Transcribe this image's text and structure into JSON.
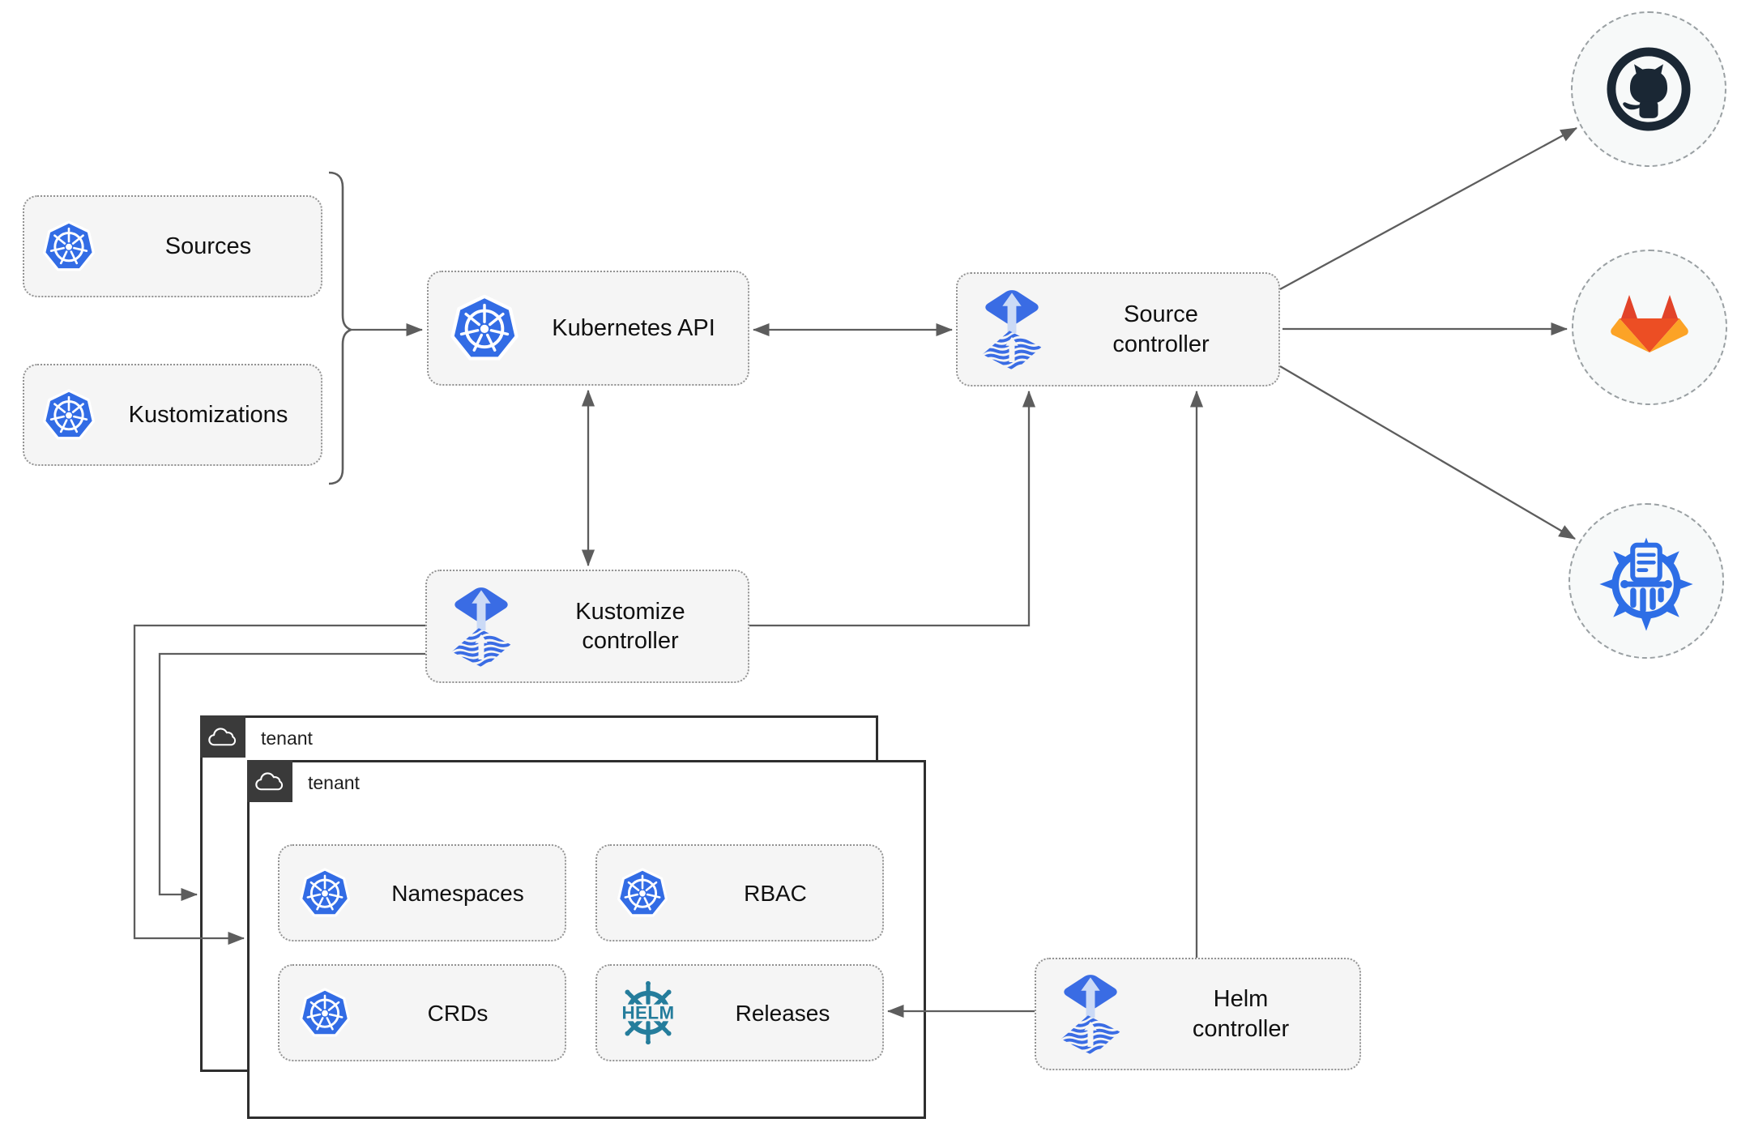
{
  "nodes": {
    "sources": {
      "label": "Sources"
    },
    "kustomizations": {
      "label": "Kustomizations"
    },
    "kubernetes_api": {
      "label": "Kubernetes API"
    },
    "source_controller": {
      "line1": "Source",
      "line2": "controller"
    },
    "kustomize_controller": {
      "line1": "Kustomize",
      "line2": "controller"
    },
    "helm_controller": {
      "line1": "Helm",
      "line2": "controller"
    }
  },
  "tenants": {
    "outer_label": "tenant",
    "inner_label": "tenant"
  },
  "resources": {
    "namespaces": "Namespaces",
    "rbac": "RBAC",
    "crds": "CRDs",
    "releases": "Releases"
  },
  "logos": {
    "helm_text": "HELM"
  },
  "icons": {
    "kubernetes": "kubernetes-wheel-icon",
    "flux": "flux-diamond-arrow-icon",
    "helm": "helm-ship-wheel-icon",
    "github": "github-octocat-icon",
    "gitlab": "gitlab-tanuki-icon",
    "chartmuseum": "chartmuseum-helm-repository-icon",
    "cloud": "cloud-icon"
  },
  "colors": {
    "kubernetes_blue": "#326CE5",
    "flux_blue": "#3A6CE4",
    "helm_teal": "#257D9C",
    "chartmuseum_blue": "#2E6EE6",
    "github_dark": "#1A2734",
    "gitlab_red": "#E24329",
    "gitlab_orange": "#EC4E24",
    "gitlab_amber": "#FCA326",
    "connector_gray": "#5D5D5D",
    "box_fill": "#F5F5F5",
    "tenant_header": "#3A3A3A"
  }
}
